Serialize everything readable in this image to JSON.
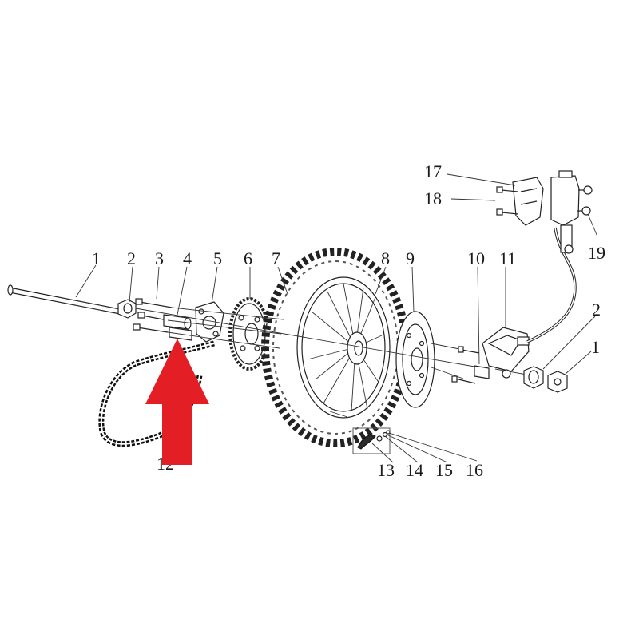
{
  "diagram": {
    "callouts": {
      "c1a": "1",
      "c2a": "2",
      "c3": "3",
      "c4": "4",
      "c5": "5",
      "c6": "6",
      "c7": "7",
      "c8": "8",
      "c9": "9",
      "c10": "10",
      "c11": "11",
      "c12": "12",
      "c13": "13",
      "c14": "14",
      "c15": "15",
      "c16": "16",
      "c17": "17",
      "c18": "18",
      "c19": "19",
      "c2b": "2",
      "c1b": "1"
    },
    "highlight_arrow": {
      "color": "#e31e24",
      "direction": "up",
      "points_to_part": "4"
    }
  }
}
